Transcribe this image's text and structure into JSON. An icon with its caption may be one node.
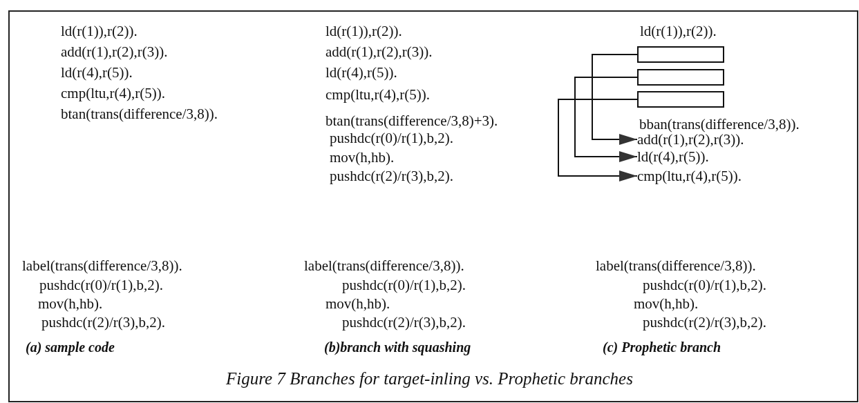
{
  "diagram": {
    "caption": "Figure 7  Branches for target-inling vs. Prophetic branches",
    "nodes": [
      {
        "text": [],
        "shape": "box"
      },
      {
        "text": [],
        "shape": "box"
      },
      {
        "text": [],
        "shape": "box"
      },
      {
        "text": [
          "add(r(1),r(2),r(3))."
        ]
      },
      {
        "text": [
          "ld(r(4),r(5))."
        ]
      },
      {
        "text": [
          "cmp(ltu,r(4),r(5))."
        ]
      }
    ],
    "edges": [
      {
        "from": 0,
        "to": 3,
        "arrow": "to"
      },
      {
        "from": 1,
        "to": 4,
        "arrow": "to"
      },
      {
        "from": 2,
        "to": 5,
        "arrow": "to"
      }
    ],
    "labels": [
      "ld(r(1)),r(2)).",
      "add(r(1),r(2),r(3)).",
      "ld(r(4),r(5)).",
      "cmp(ltu,r(4),r(5)).",
      "btan(trans(difference/3,8)).",
      "ld(r(1)),r(2)).",
      "add(r(1),r(2),r(3)).",
      "ld(r(4),r(5)).",
      "cmp(ltu,r(4),r(5)).",
      "btan(trans(difference/3,8)+3).",
      "pushdc(r(0)/r(1),b,2).",
      "mov(h,hb).",
      "pushdc(r(2)/r(3),b,2).",
      "ld(r(1)),r(2)).",
      "bban(trans(difference/3,8)).",
      "label(trans(difference/3,8)).",
      "pushdc(r(0)/r(1),b,2).",
      "mov(h,hb).",
      "pushdc(r(2)/r(3),b,2).",
      "label(trans(difference/3,8)).",
      "pushdc(r(0)/r(1),b,2).",
      "mov(h,hb).",
      "pushdc(r(2)/r(3),b,2).",
      "label(trans(difference/3,8)).",
      "pushdc(r(0)/r(1),b,2).",
      "mov(h,hb).",
      "pushdc(r(2)/r(3),b,2).",
      "(a) sample code",
      "(b)branch with squashing",
      "(c) Prophetic branch"
    ]
  }
}
